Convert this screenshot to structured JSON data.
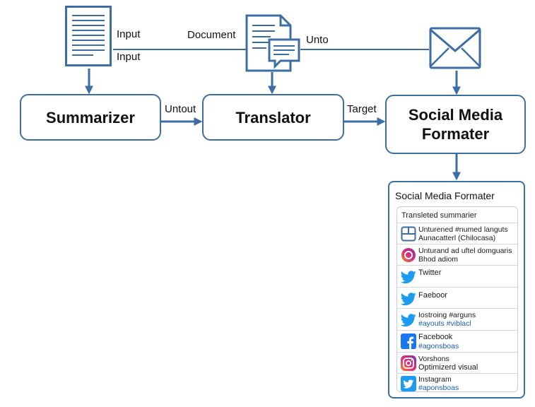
{
  "nodes": {
    "summarizer": "Summarizer",
    "translator": "Translator",
    "social_formatter": [
      "Social Media",
      "Formater"
    ]
  },
  "labels": {
    "input_1": "Input",
    "input_2": "Input",
    "document": "Document",
    "unto": "Unto",
    "untout": "Untout",
    "target": "Target"
  },
  "icons": [
    "document-icon",
    "document-chat-icon",
    "envelope-icon"
  ],
  "panel": {
    "title": "Social Media Formater",
    "subtitle": "Transleted summarier",
    "rows": [
      {
        "icon": "layout-icon",
        "lines": [
          "Unturened #numed languts",
          "Aunacatterl (Chilocasa)"
        ]
      },
      {
        "icon": "instagram-icon",
        "lines": [
          "Unturand ad uftel domguaris",
          "Bhod adiom"
        ]
      },
      {
        "icon": "twitter-icon",
        "lines": [
          "Twitter"
        ]
      },
      {
        "icon": "twitter-icon",
        "lines": [
          "Faeboor"
        ]
      },
      {
        "icon": "twitter-icon",
        "lines": [
          "Iostroing #arguns",
          "#ayouts #viblacl"
        ]
      },
      {
        "icon": "facebook-icon",
        "lines": [
          "Facebook",
          "#agonsboas"
        ]
      },
      {
        "icon": "instagram-icon",
        "lines": [
          "Vorshons",
          "Optimizerd visual"
        ]
      },
      {
        "icon": "twitter-square-icon",
        "lines": [
          "Instagram",
          "#aponsboas"
        ]
      }
    ]
  },
  "colors": {
    "accent": "#3c6ea5",
    "twitter": "#1d9bf0",
    "facebook": "#1877f2",
    "instagram_from": "#f58529",
    "instagram_to": "#8134af",
    "hashtag": "#1a5fb4"
  }
}
